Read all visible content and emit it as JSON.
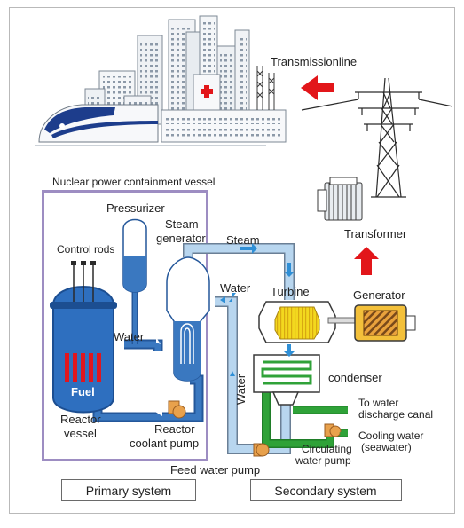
{
  "labels": {
    "transmission_line": "Transmissionline",
    "containment_vessel": "Nuclear power containment vessel",
    "pressurizer": "Pressurizer",
    "steam_generator_1": "Steam",
    "steam_generator_2": "generator",
    "steam": "Steam",
    "transformer": "Transformer",
    "control_rods": "Control rods",
    "water_sg": "Water",
    "turbine": "Turbine",
    "generator": "Generator",
    "water_primary": "Water",
    "fuel": "Fuel",
    "reactor_vessel_1": "Reactor",
    "reactor_vessel_2": "vessel",
    "reactor_coolant_pump_1": "Reactor",
    "reactor_coolant_pump_2": "coolant pump",
    "water_vertical": "Water",
    "condenser": "condenser",
    "discharge_1": "To water",
    "discharge_2": "discharge canal",
    "cooling_water_1": "Cooling water",
    "cooling_water_2": "(seawater)",
    "circulating_pump_1": "Circulating",
    "circulating_pump_2": "water pump",
    "feed_water_pump": "Feed water pump",
    "primary_system": "Primary system",
    "secondary_system": "Secondary system"
  },
  "colors": {
    "primary_loop": "#3a78c0",
    "primary_loop_dark": "#24579a",
    "secondary_loop": "#b8d6ef",
    "secondary_outline": "#6a7f95",
    "cooling_water": "#2fa238",
    "containment": "#9d8dc2",
    "red_arrow": "#e2161a",
    "fuel_rods": "#e0161f",
    "turbine": "#f3d81e",
    "pump": "#e8a14c"
  }
}
